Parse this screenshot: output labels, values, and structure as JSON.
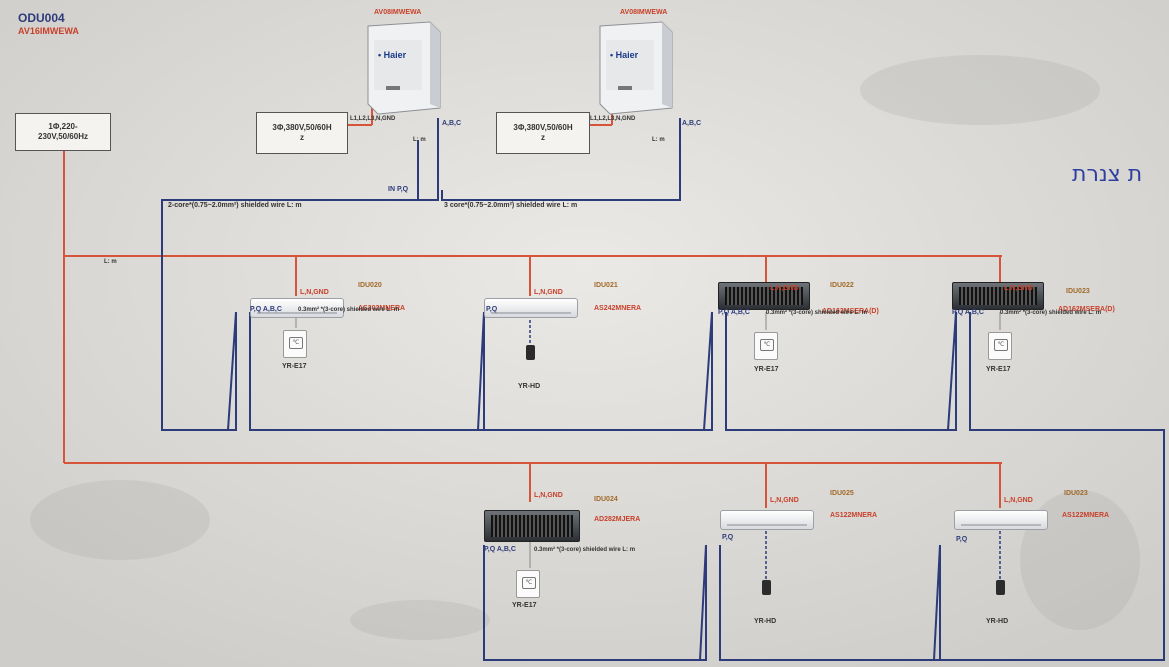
{
  "header": {
    "odu_id": "ODU004",
    "odu_model": "AV16IMWEWA"
  },
  "power": {
    "single_phase": "1Φ,220-\n230V,50/60Hz",
    "three_phase_1": "3Φ,380V,50/60H\nz",
    "three_phase_2": "3Φ,380V,50/60H\nz"
  },
  "outdoor_units": [
    {
      "model": "AV08IMWEWA",
      "brand": "Haier",
      "power_terms": "L1,L2,L3,N,GND",
      "comm_terms": "A,B,C",
      "len": "L: m"
    },
    {
      "model": "AV08IMWEWA",
      "brand": "Haier",
      "power_terms": "L1,L2,L3,N,GND",
      "comm_terms": "A,B,C",
      "len": "L: m"
    }
  ],
  "wires": {
    "odu_pq": "IN P,Q",
    "shield_2core": "2-core*(0.75~2.0mm²) shielded wire  L: m",
    "shield_3core": "3 core*(0.75~2.0mm²) shielded wire  L: m",
    "main_len": "L: m"
  },
  "indoor_units": [
    {
      "id": "IDU020",
      "model": "AS302MNERA",
      "power": "L,N,GND",
      "pq": "P,Q A,B,C",
      "shield": "0.3mm² *(3-core) shielded wire L: m",
      "controller": "YR-E17"
    },
    {
      "id": "IDU021",
      "model": "AS242MNERA",
      "power": "L,N,GND",
      "pq": "P,Q",
      "shield": "",
      "controller": "YR-HD"
    },
    {
      "id": "IDU022",
      "model": "AD162MSERA(D)",
      "power": "L,N,GND",
      "pq": "P,Q A,B,C",
      "shield": "0.3mm² *(3-core) shielded wire L: m",
      "controller": "YR-E17"
    },
    {
      "id": "IDU023",
      "model": "AD162MSERA(D)",
      "power": "L,N,GND",
      "pq": "P,Q A,B,C",
      "shield": "0.3mm² *(3-core) shielded wire L: m",
      "controller": "YR-E17"
    },
    {
      "id": "IDU024",
      "model": "AD282MJERA",
      "power": "L,N,GND",
      "pq": "P,Q A,B,C",
      "shield": "0.3mm² *(3-core) shielded wire L: m",
      "controller": "YR-E17"
    },
    {
      "id": "IDU025",
      "model": "AS122MNERA",
      "power": "L,N,GND",
      "pq": "P,Q",
      "shield": "",
      "controller": "YR-HD"
    },
    {
      "id": "IDU023",
      "model": "AS122MNERA",
      "power": "L,N,GND",
      "pq": "P,Q",
      "shield": "",
      "controller": "YR-HD"
    }
  ],
  "hebrew_text": "ת צנרת",
  "colors": {
    "power_line": "#d6543a",
    "comm_line": "#2d3b7a",
    "label_red": "#c8402a"
  }
}
